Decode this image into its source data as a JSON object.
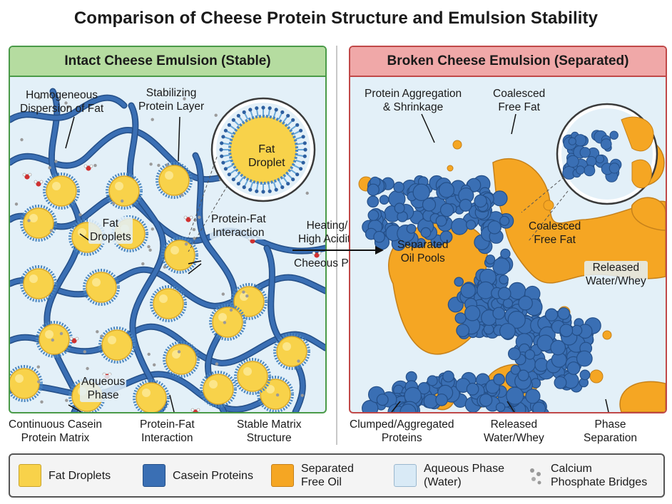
{
  "title": "Comparison of Cheese Protein Structure and Emulsion Stability",
  "left_panel": {
    "header": "Intact Cheese Emulsion (Stable)",
    "labels": {
      "homogeneous": "Homogeneous\nDispersion of Fat",
      "stabilizing": "Stabilizing\nProtein Layer",
      "fat_droplet_inset": "Fat\nDroplet",
      "protein_fat": "Protein-Fat\nInteraction",
      "fat_droplets": "Fat\nDroplets",
      "aqueous": "Aqueous\nPhase"
    },
    "bottom": [
      "Continuous Casein\nProtein Matrix",
      "Protein-Fat\nInteraction",
      "Stable Matrix\nStructure"
    ]
  },
  "middle": {
    "process": "Heating/\nHigh Acidity",
    "phase": "Cheeous Phase"
  },
  "right_panel": {
    "header": "Broken Cheese Emulsion (Separated)",
    "labels": {
      "aggregation": "Protein Aggregation\n& Shrinkage",
      "coalesced_top": "Coalesced\nFree Fat",
      "oil_pools": "Separated\nOil Pools",
      "coalesced_mid": "Coalesced\nFree Fat",
      "released": "Released\nWater/Whey"
    },
    "bottom": [
      "Clumped/Aggregated\nProteins",
      "Released\nWater/Whey",
      "Phase\nSeparation"
    ]
  },
  "legend": [
    {
      "label": "Fat Droplets",
      "color": "#f8d24a"
    },
    {
      "label": "Casein Proteins",
      "color": "#3a6fb4"
    },
    {
      "label": "Separated\nFree Oil",
      "color": "#f5a623"
    },
    {
      "label": "Aqueous Phase\n(Water)",
      "color": "#d9eaf6"
    },
    {
      "label": "Calcium\nPhosphate Bridges",
      "color": "#999999"
    }
  ],
  "colors": {
    "fat": "#f8d24a",
    "casein": "#3a6fb4",
    "free_oil": "#f5a623",
    "aqueous": "#e3f0f8",
    "stable_border": "#4a9a48",
    "broken_border": "#c04848"
  }
}
